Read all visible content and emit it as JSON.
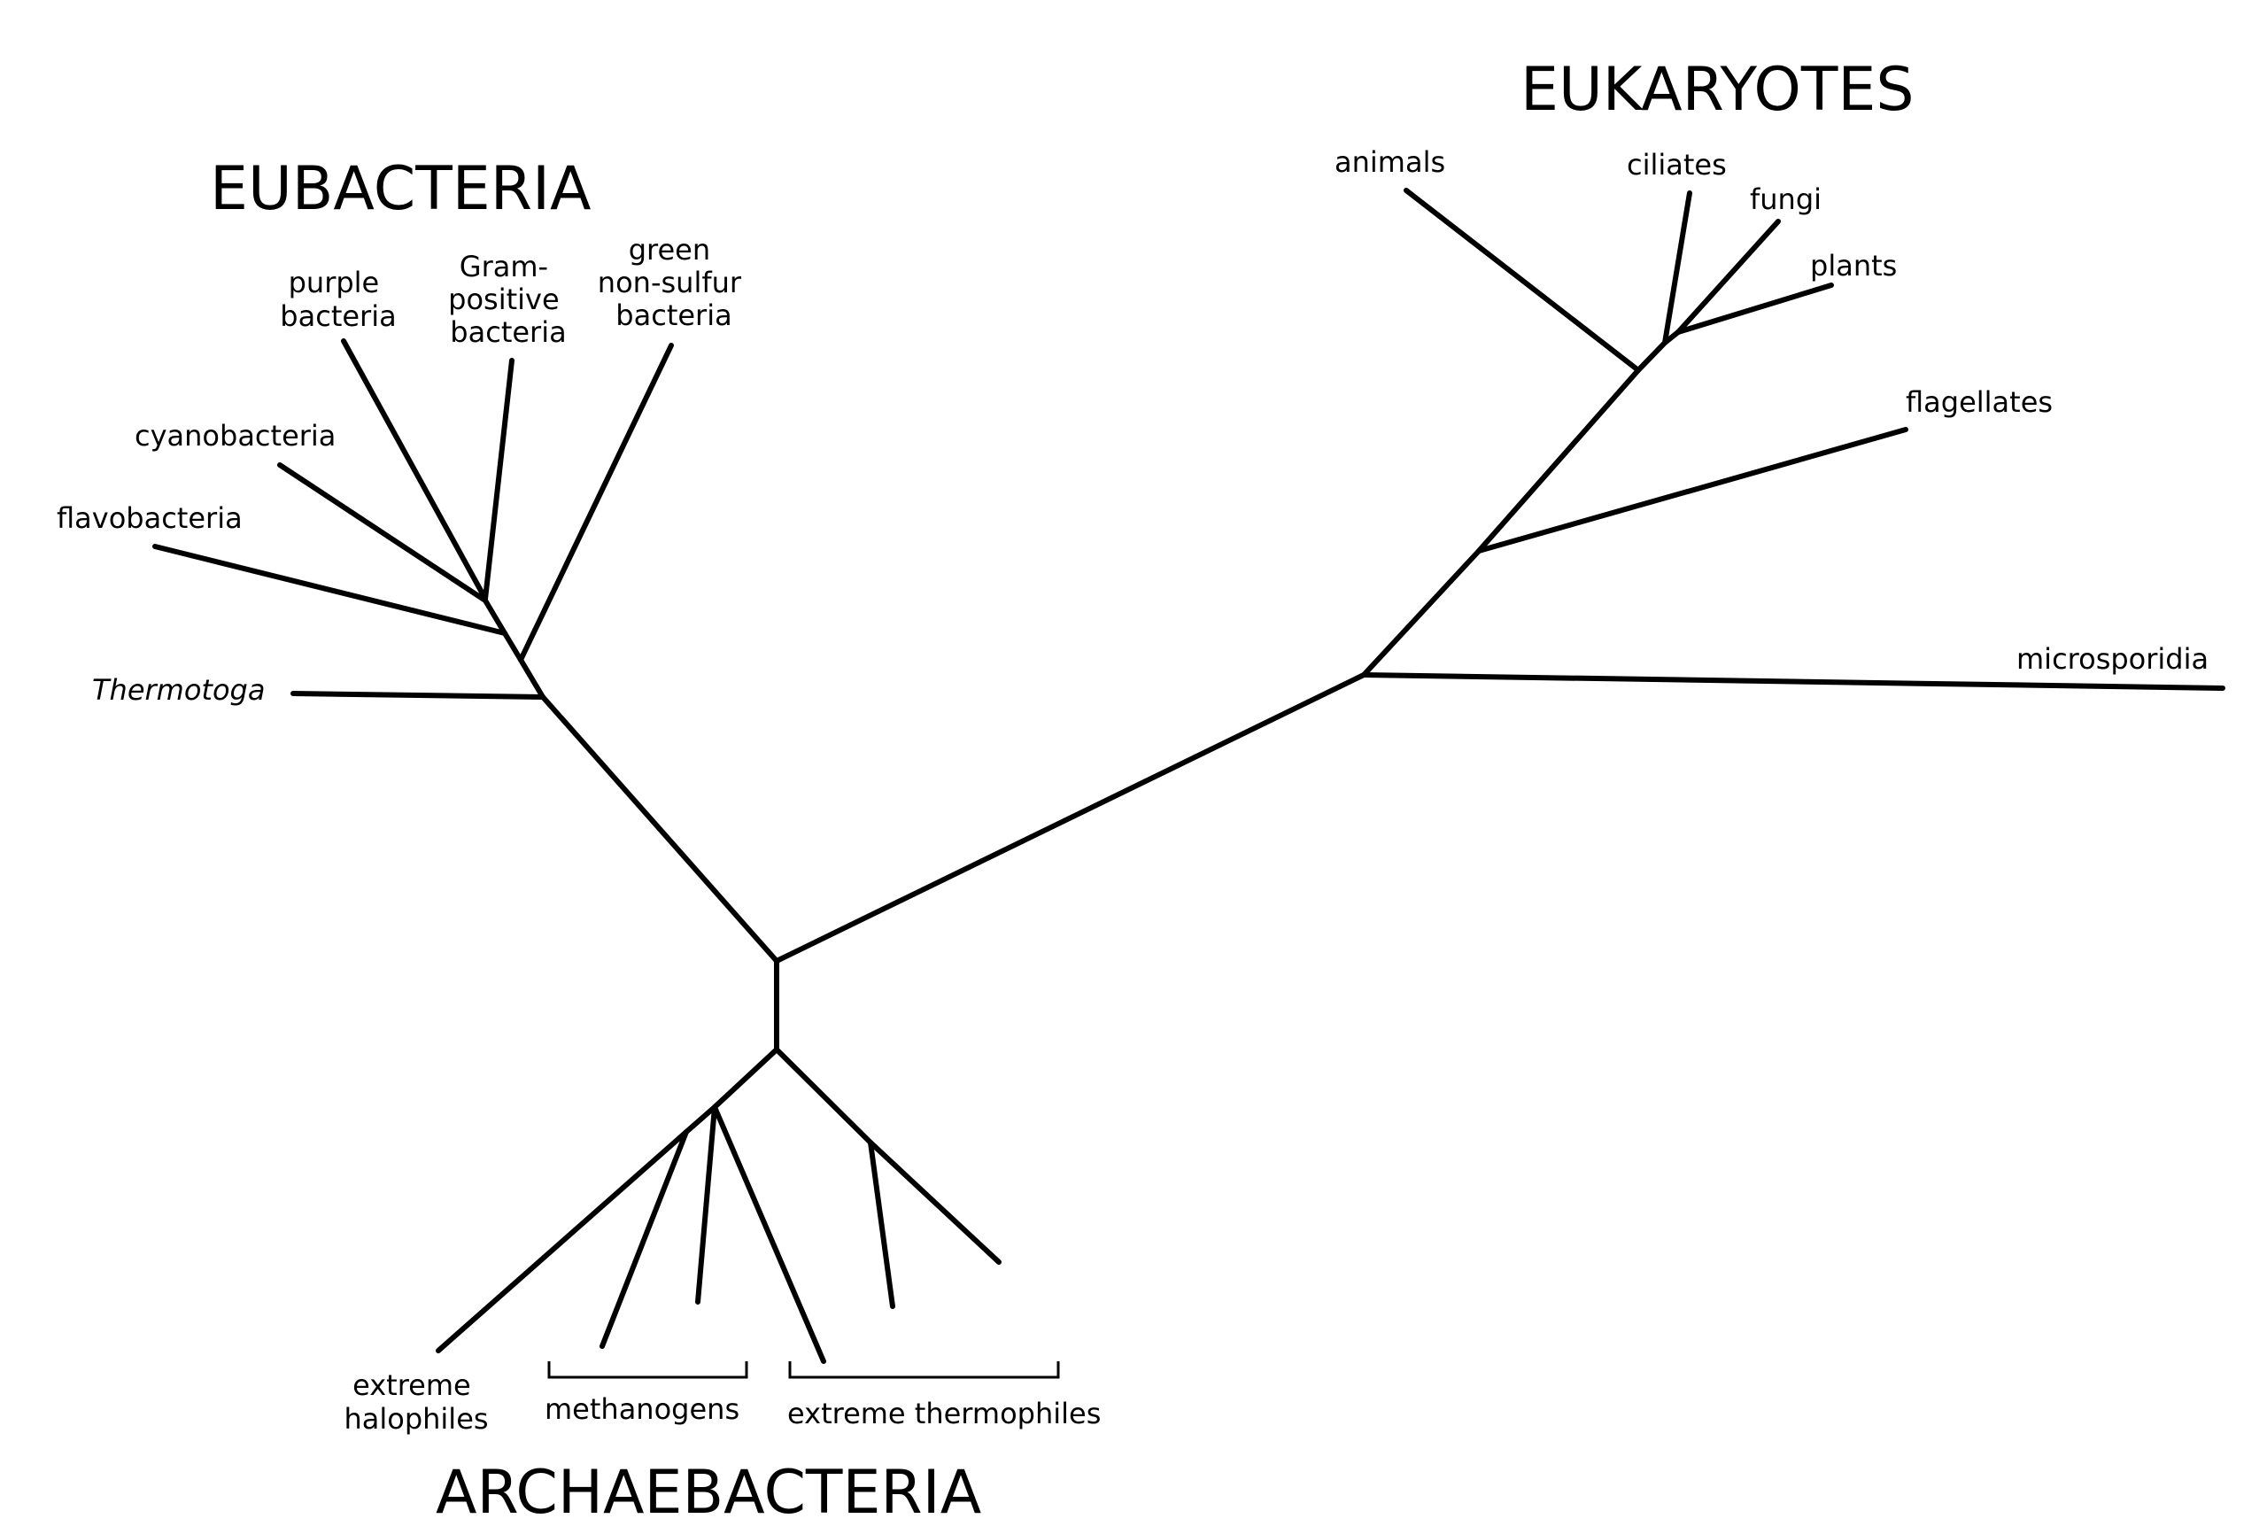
{
  "diagram": {
    "domains": {
      "eubacteria": "EUBACTERIA",
      "eukaryotes": "EUKARYOTES",
      "archaebacteria": "ARCHAEBACTERIA"
    },
    "eubacteria_labels": {
      "purple_bacteria": [
        "purple",
        "bacteria"
      ],
      "gram_positive": [
        "Gram-",
        "positive",
        "bacteria"
      ],
      "green_non_sulfur": [
        "green",
        "non-sulfur",
        "bacteria"
      ],
      "cyanobacteria": "cyanobacteria",
      "flavobacteria": "flavobacteria",
      "thermotoga": "Thermotoga"
    },
    "eukaryote_labels": {
      "animals": "animals",
      "ciliates": "ciliates",
      "fungi": "fungi",
      "plants": "plants",
      "flagellates": "flagellates",
      "microsporidia": "microsporidia"
    },
    "archaebacteria_labels": {
      "extreme_halophiles": [
        "extreme",
        "halophiles"
      ],
      "methanogens": "methanogens",
      "extreme_thermophiles": "extreme thermophiles"
    },
    "colors": {
      "line": "#000000",
      "background": "#ffffff"
    }
  }
}
